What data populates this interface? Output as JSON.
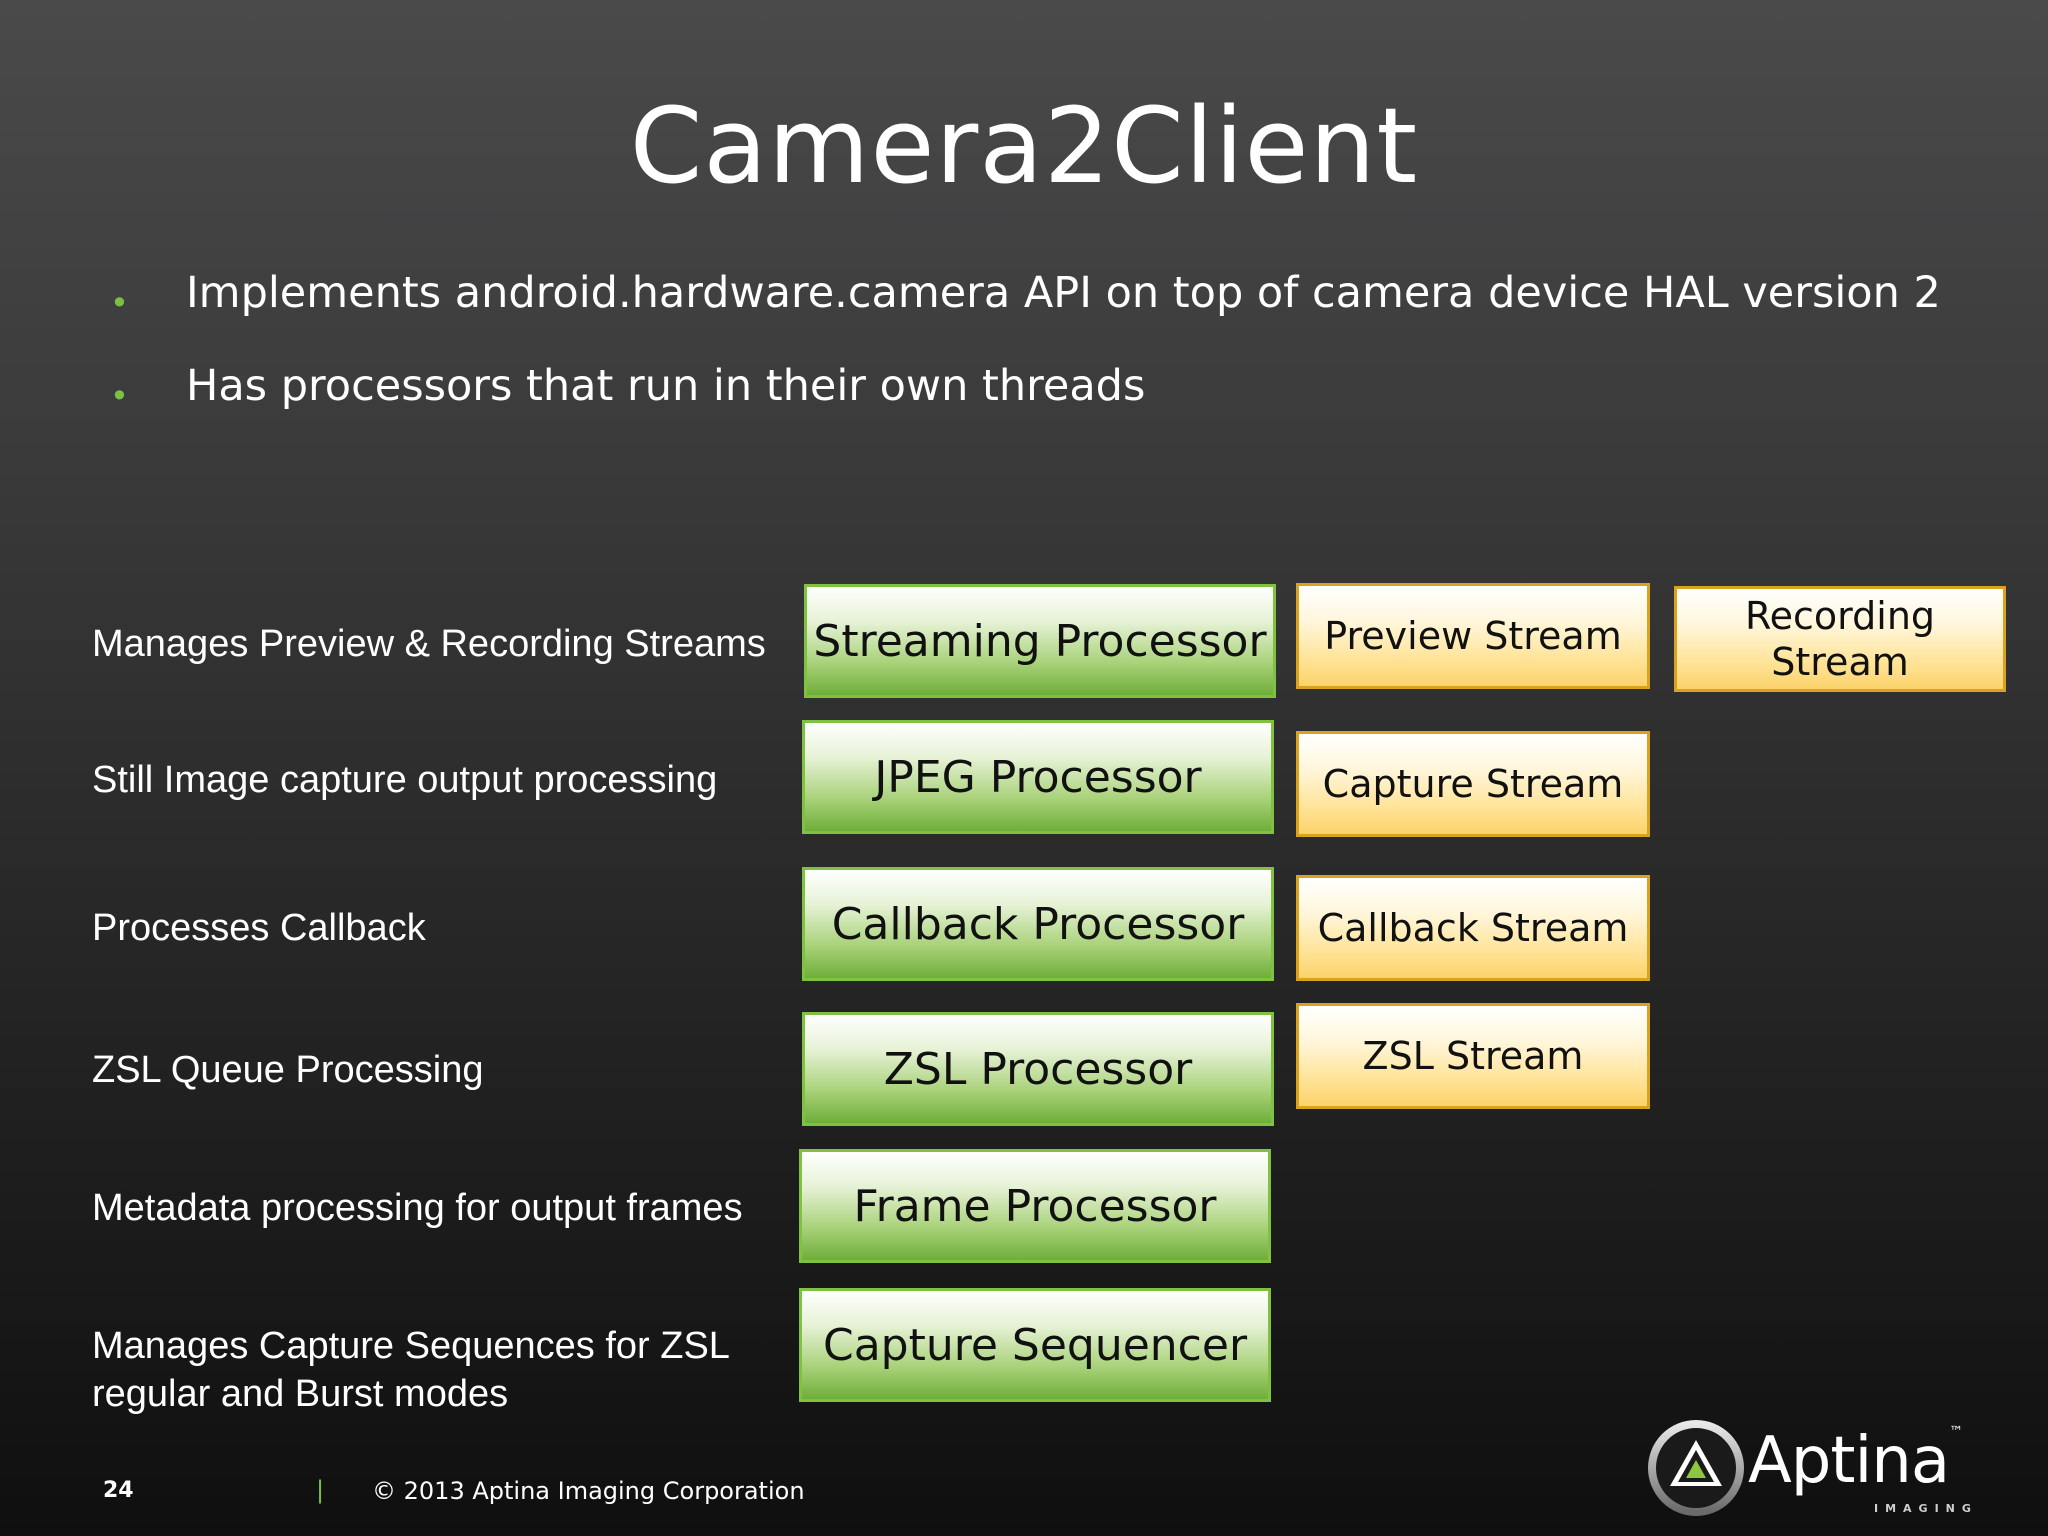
{
  "slide": {
    "title": "Camera2Client",
    "bullets": [
      "Implements android.hardware.camera API on top of camera device HAL version 2",
      "Has processors that run in their own threads"
    ],
    "bullet_color": "#7ac143"
  },
  "rows": [
    {
      "description": "Manages Preview & Recording Streams",
      "processor": "Streaming Processor",
      "streams": [
        "Preview Stream",
        "Recording\nStream"
      ]
    },
    {
      "description": "Still Image capture output processing",
      "processor": "JPEG Processor",
      "streams": [
        "Capture Stream"
      ]
    },
    {
      "description": "Processes Callback",
      "processor": "Callback Processor",
      "streams": [
        "Callback Stream"
      ]
    },
    {
      "description": "ZSL Queue Processing",
      "processor": "ZSL Processor",
      "streams": [
        "ZSL Stream"
      ]
    },
    {
      "description": "Metadata processing for output frames",
      "processor": "Frame Processor",
      "streams": []
    },
    {
      "description": "Manages Capture Sequences for ZSL\nregular and Burst modes",
      "processor": "Capture Sequencer",
      "streams": []
    }
  ],
  "colors": {
    "processor_fill": "#a9d27a",
    "processor_border": "#7ec23f",
    "stream_fill": "#ffe49a",
    "stream_border": "#d9a21f"
  },
  "footer": {
    "page_number": "24",
    "separator": "|",
    "copyright": "© 2013 Aptina Imaging Corporation"
  },
  "logo": {
    "wordmark": "Aptina",
    "trademark": "™",
    "subtitle": "IMAGING"
  }
}
